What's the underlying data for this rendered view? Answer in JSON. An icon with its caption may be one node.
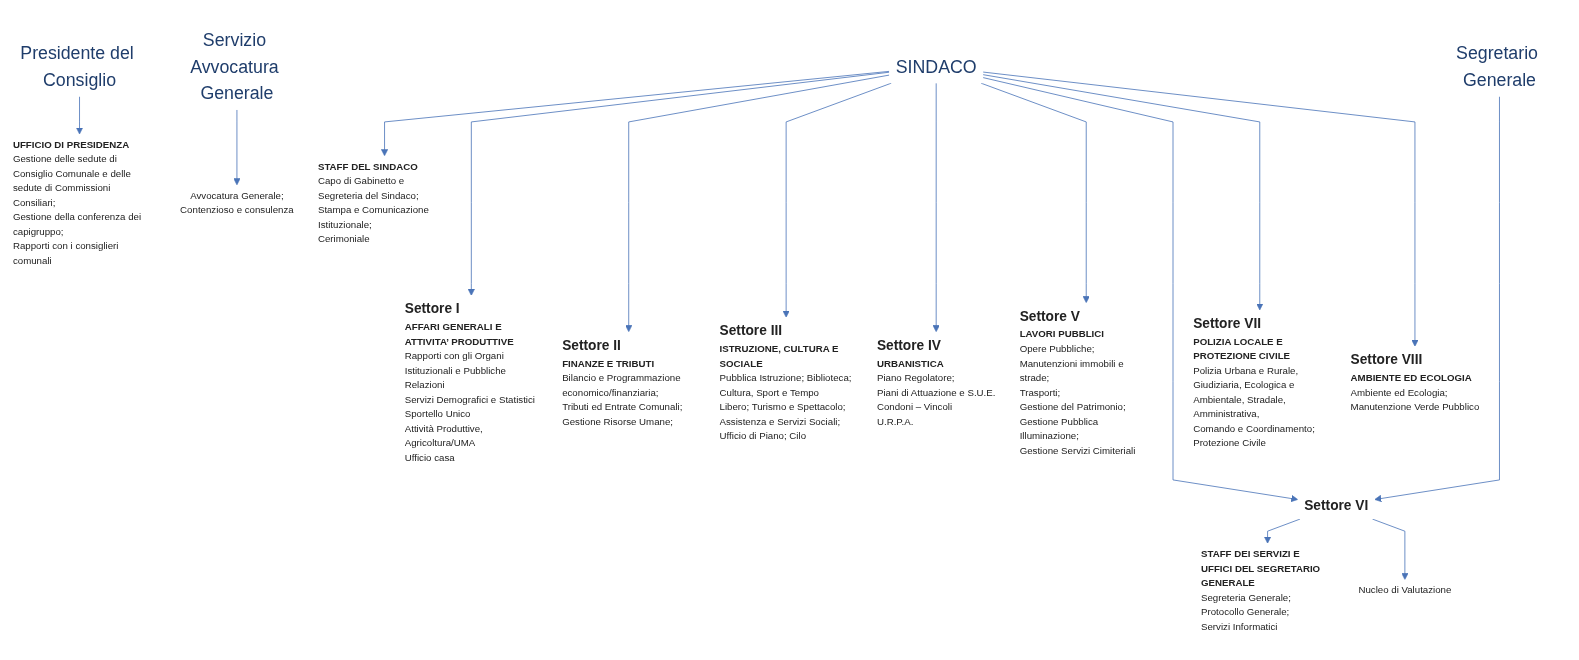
{
  "diagram": {
    "nodes": [
      {
        "text": [
          "SINDACO"
        ]
      },
      {
        "text": [
          "Presidente del Consiglio"
        ]
      },
      {
        "text": [
          "Segretario Generale"
        ]
      },
      {
        "text": [
          "Servizio Avvocatura Generale"
        ]
      },
      {
        "text": [
          "STAFF DEL SINDACO",
          "Capo di Gabinetto e Segreteria del Sindaco;",
          "Stampa e Comunicazione Istituzionale;",
          "Cerimoniale"
        ]
      },
      {
        "text": [
          "UFFICIO DI PRESIDENZA",
          "Gestione delle sedute di Consiglio Comunale e delle sedute di Commissioni Consiliari;",
          "Gestione della conferenza dei capigruppo;",
          "Rapporti con i consiglieri comunali"
        ]
      },
      {
        "text": [
          "Avvocatura Generale;",
          "Contenzioso e consulenza"
        ]
      },
      {
        "text": [
          "Settore I",
          "AFFARI GENERALI E ATTIVITA’ PRODUTTIVE",
          "Rapporti con gli Organi Istituzionali e Pubbliche Relazioni",
          "Servizi Demografici e Statistici",
          "Sportello Unico",
          "Attività Produttive, Agricoltura/UMA",
          "Ufficio casa"
        ]
      },
      {
        "text": [
          "Settore II",
          "FINANZE E TRIBUTI",
          "Bilancio e Programmazione economico/finanziaria;",
          "Tributi ed Entrate Comunali;",
          "Gestione Risorse Umane;"
        ]
      },
      {
        "text": [
          "Settore III",
          "ISTRUZIONE, CULTURA E SOCIALE",
          "Pubblica Istruzione; Biblioteca;",
          "Cultura, Sport e Tempo Libero; Turismo e Spettacolo;",
          "Assistenza e Servizi Sociali;",
          "Ufficio di Piano; Cilo"
        ]
      },
      {
        "text": [
          "Settore IV",
          "URBANISTICA",
          "Piano Regolatore;",
          "Piani di Attuazione e S.U.E.",
          "Condoni – Vincoli",
          "U.R.P.A."
        ]
      },
      {
        "text": [
          "Settore V",
          "LAVORI PUBBLICI",
          "Opere Pubbliche;",
          "Manutenzioni immobili e strade;",
          "Trasporti;",
          "Gestione del Patrimonio;",
          "Gestione Pubblica Illuminazione;",
          "Gestione Servizi Cimiteriali"
        ]
      },
      {
        "text": [
          "Settore VI"
        ]
      },
      {
        "text": [
          "Settore VII",
          "POLIZIA LOCALE E PROTEZIONE CIVILE",
          "Polizia Urbana e Rurale, Giudiziaria, Ecologica e Ambientale, Stradale, Amministrativa,",
          "Comando e Coordinamento;",
          "Protezione Civile"
        ]
      },
      {
        "text": [
          "Settore VIII",
          "AMBIENTE ED ECOLOGIA",
          "Ambiente ed Ecologia;",
          "Manutenzione Verde Pubblico"
        ]
      },
      {
        "text": [
          "STAFF DEI SERVIZI E UFFICI DEL SEGRETARIO GENERALE",
          "Segreteria Generale;",
          "Protocollo Generale;",
          "Servizi Informatici"
        ]
      },
      {
        "text": [
          "Nucleo di Valutazione"
        ]
      }
    ],
    "edges": [
      {
        "from": 0,
        "to": 4,
        "arrow": "to"
      },
      {
        "from": 1,
        "to": 5,
        "arrow": "to"
      },
      {
        "from": 3,
        "to": 6,
        "arrow": "to"
      },
      {
        "from": 0,
        "to": 7,
        "arrow": "to"
      },
      {
        "from": 0,
        "to": 8,
        "arrow": "to"
      },
      {
        "from": 0,
        "to": 9,
        "arrow": "to"
      },
      {
        "from": 0,
        "to": 10,
        "arrow": "to"
      },
      {
        "from": 0,
        "to": 11,
        "arrow": "to"
      },
      {
        "from": 0,
        "to": 12,
        "arrow": "to"
      },
      {
        "from": 2,
        "to": 12,
        "arrow": "to"
      },
      {
        "from": 0,
        "to": 13,
        "arrow": "to"
      },
      {
        "from": 0,
        "to": 14,
        "arrow": "to"
      },
      {
        "from": 12,
        "to": 15,
        "arrow": "to"
      },
      {
        "from": 12,
        "to": 16,
        "arrow": "to"
      }
    ]
  }
}
